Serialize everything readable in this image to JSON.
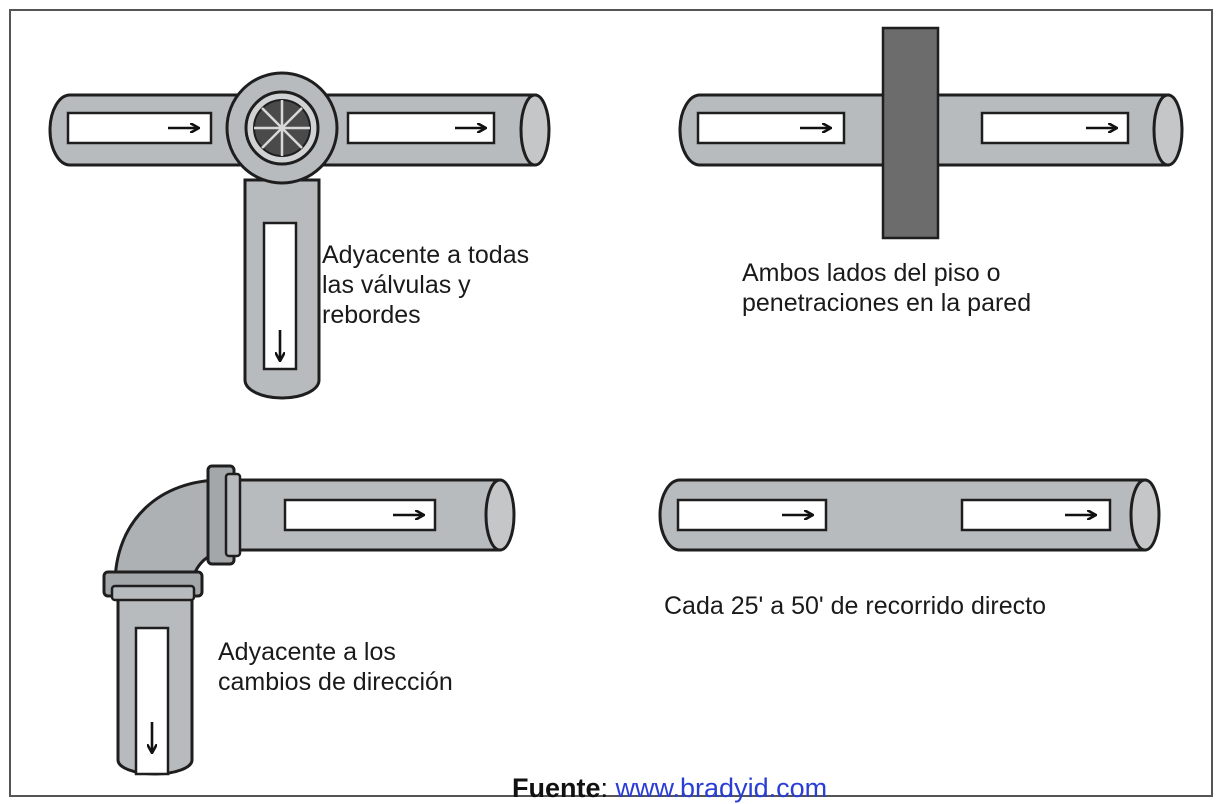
{
  "captions": {
    "valves": "Adyacente a todas\nlas válvulas y\nrebordes",
    "floor": "Ambos lados del piso o\npenetraciones en la pared",
    "bends": "Adyacente a los\ncambios de dirección",
    "straight_run": "Cada 25' a 50' de recorrido directo"
  },
  "source": {
    "label": "Fuente",
    "separator": ": ",
    "link_text": "www.bradyid.com"
  },
  "icons": {
    "valve": "valve-handwheel-icon",
    "flow_arrow": "right-arrow-icon"
  },
  "colors": {
    "pipe_fill": "#b8bbbe",
    "pipe_stroke": "#1e1e1e",
    "wall": "#6c6c6c",
    "label_fill": "#ffffff",
    "link": "#2a3dd6"
  }
}
